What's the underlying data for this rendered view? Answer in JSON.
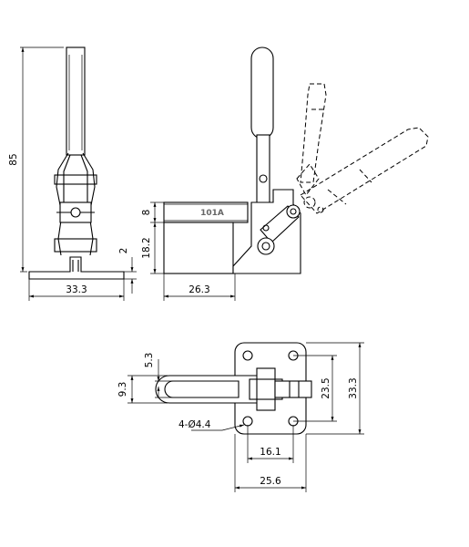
{
  "part_label": "101A",
  "dimensions": {
    "overall_height": "85",
    "base_width_front": "33.3",
    "base_thickness": "2",
    "bar_height": "8",
    "pivot_height": "18.2",
    "reach": "26.3",
    "slot_offset": "5.3",
    "slot_width": "9.3",
    "hole_spacing_v": "23.5",
    "base_width_top": "33.3",
    "holes": "4-Ø4.4",
    "hole_spacing_h": "16.1",
    "base_length_top": "25.6"
  }
}
